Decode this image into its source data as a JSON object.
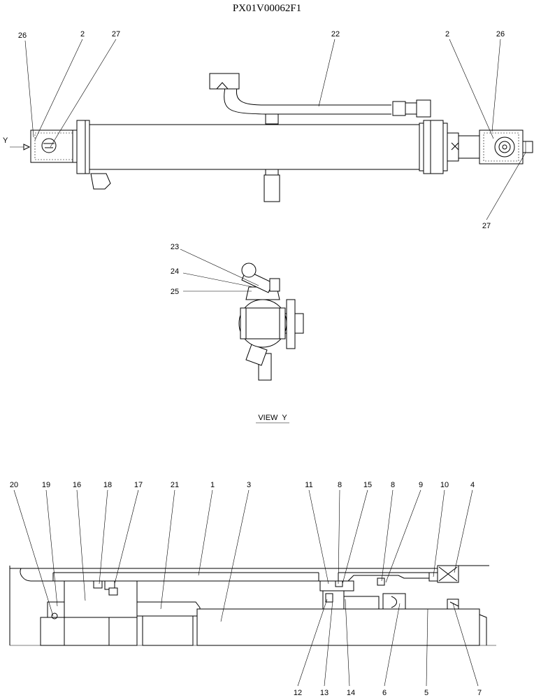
{
  "drawing": {
    "title": "PX01V00062F1",
    "view_caption": "VIEW  Y",
    "view_marker": "Y"
  },
  "callouts": {
    "top": [
      "26",
      "2",
      "27",
      "22",
      "2",
      "26",
      "27"
    ],
    "view": [
      "23",
      "24",
      "25"
    ],
    "section_top": [
      "20",
      "19",
      "16",
      "18",
      "17",
      "21",
      "1",
      "3",
      "11",
      "8",
      "15",
      "8",
      "9",
      "10",
      "4"
    ],
    "section_bottom": [
      "12",
      "13",
      "14",
      "6",
      "5",
      "7"
    ]
  }
}
